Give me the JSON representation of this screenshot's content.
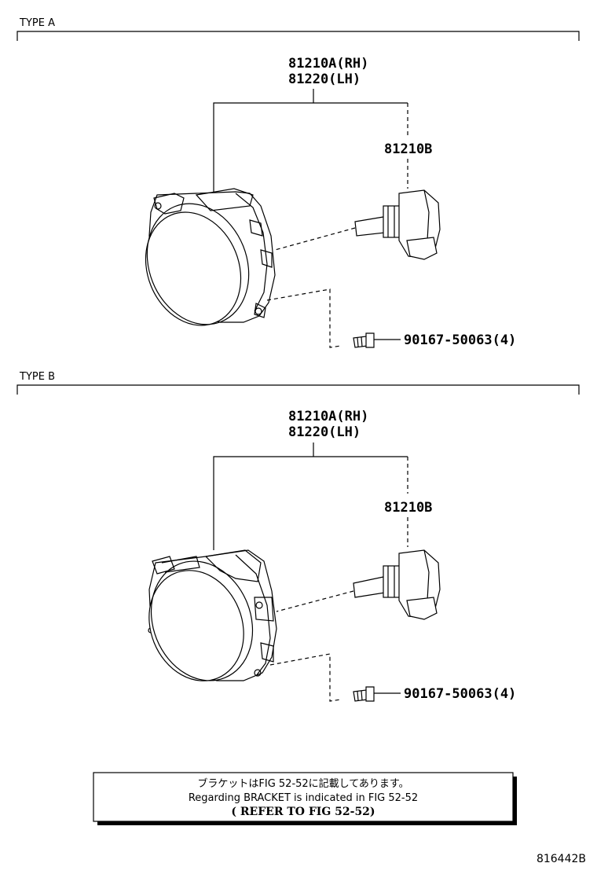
{
  "sections": [
    {
      "label": "TYPE A",
      "assembly_rh": "81210A(RH)",
      "assembly_lh": "81220(LH)",
      "bulb": "81210B",
      "screw": "90167-50063(4)"
    },
    {
      "label": "TYPE B",
      "assembly_rh": "81210A(RH)",
      "assembly_lh": "81220(LH)",
      "bulb": "81210B",
      "screw": "90167-50063(4)"
    }
  ],
  "note": {
    "line_jp": "ブラケットはFIG 52-52に記載してあります。",
    "line_en": "Regarding BRACKET is indicated in FIG 52-52",
    "line_ref": "( REFER TO FIG 52-52)"
  },
  "diagram_code": "816442B",
  "icons": [
    "fog-lamp-assembly-icon",
    "fog-lamp-bulb-icon",
    "screw-icon"
  ]
}
